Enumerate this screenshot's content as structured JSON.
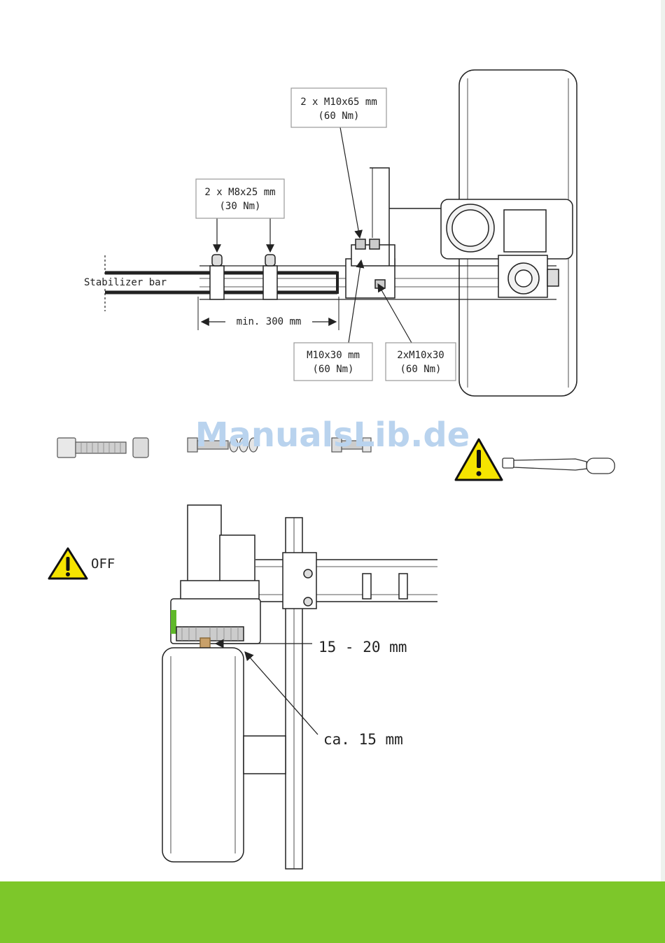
{
  "top_diagram": {
    "label_bolts_m10x65": [
      "2 x M10x65 mm",
      "(60 Nm)"
    ],
    "label_bolts_m8x25": [
      "2 x M8x25 mm",
      "(30 Nm)"
    ],
    "label_stabilizer": "Stabilizer bar",
    "label_min_distance": "min. 300 mm",
    "label_bolt_m10x30": [
      "M10x30 mm",
      "(60 Nm)"
    ],
    "label_bolts_2xm10x30": [
      "2xM10x30",
      "(60 Nm)"
    ]
  },
  "watermark": "ManualsLib.de",
  "warning_off_label": "OFF",
  "bottom_diagram": {
    "label_gap_15_20": "15 - 20 mm",
    "label_gap_ca15": "ca. 15 mm"
  },
  "colors": {
    "footer_green": "#7dc72a",
    "warning_yellow": "#f5e400",
    "watermark_blue": "#b9d3ee",
    "line": "#222222"
  },
  "icons": [
    "warning-triangle-icon",
    "torque-wrench-icon",
    "bolt-icon",
    "nut-icon",
    "washer-icon"
  ]
}
